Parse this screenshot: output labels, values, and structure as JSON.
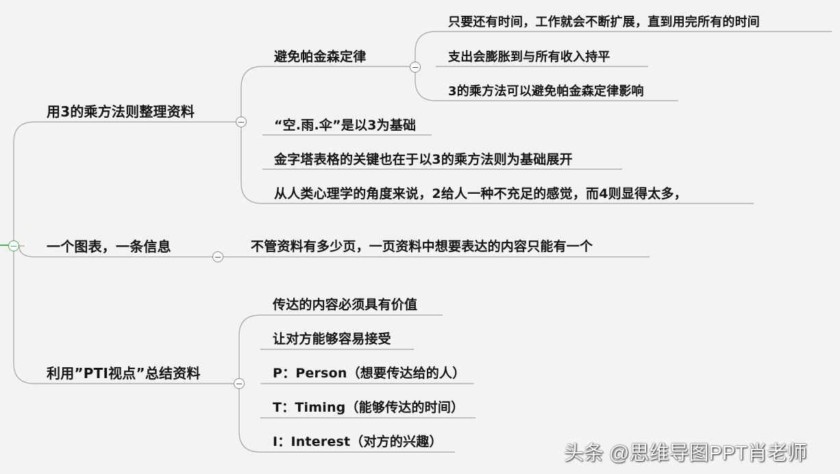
{
  "branches": [
    {
      "label": "用3的乘方法则整理资料",
      "children": [
        {
          "label": "避免帕金森定律",
          "children": [
            "只要还有时间，工作就会不断扩展，直到用完所有的时间",
            "支出会膨胀到与所有收入持平",
            "3的乘方法可以避免帕金森定律影响"
          ]
        },
        {
          "label": "“空.雨.伞”是以3为基础"
        },
        {
          "label": "金字塔表格的关键也在于以3的乘方法则为基础展开"
        },
        {
          "label": "从人类心理学的角度来说，2给人一种不充足的感觉，而4则显得太多，"
        }
      ]
    },
    {
      "label": "一个图表，一条信息",
      "children": [
        {
          "label": "不管资料有多少页，一页资料中想要表达的内容只能有一个"
        }
      ]
    },
    {
      "label": "利用”PTI视点”总结资料",
      "children": [
        {
          "label": "传达的内容必须具有价值"
        },
        {
          "label": "让对方能够容易接受"
        },
        {
          "label": "P：Person（想要传达给的人）"
        },
        {
          "label": "T：Timing（能够传达的时间）"
        },
        {
          "label": "I：Interest（对方的兴趣）"
        }
      ]
    }
  ],
  "watermark": "头条 @思维导图PPT肖老师",
  "colors": {
    "background": "#f3f3f3",
    "line": "#a3a3a3",
    "root_accent": "#4caf50",
    "text": "#141414"
  }
}
